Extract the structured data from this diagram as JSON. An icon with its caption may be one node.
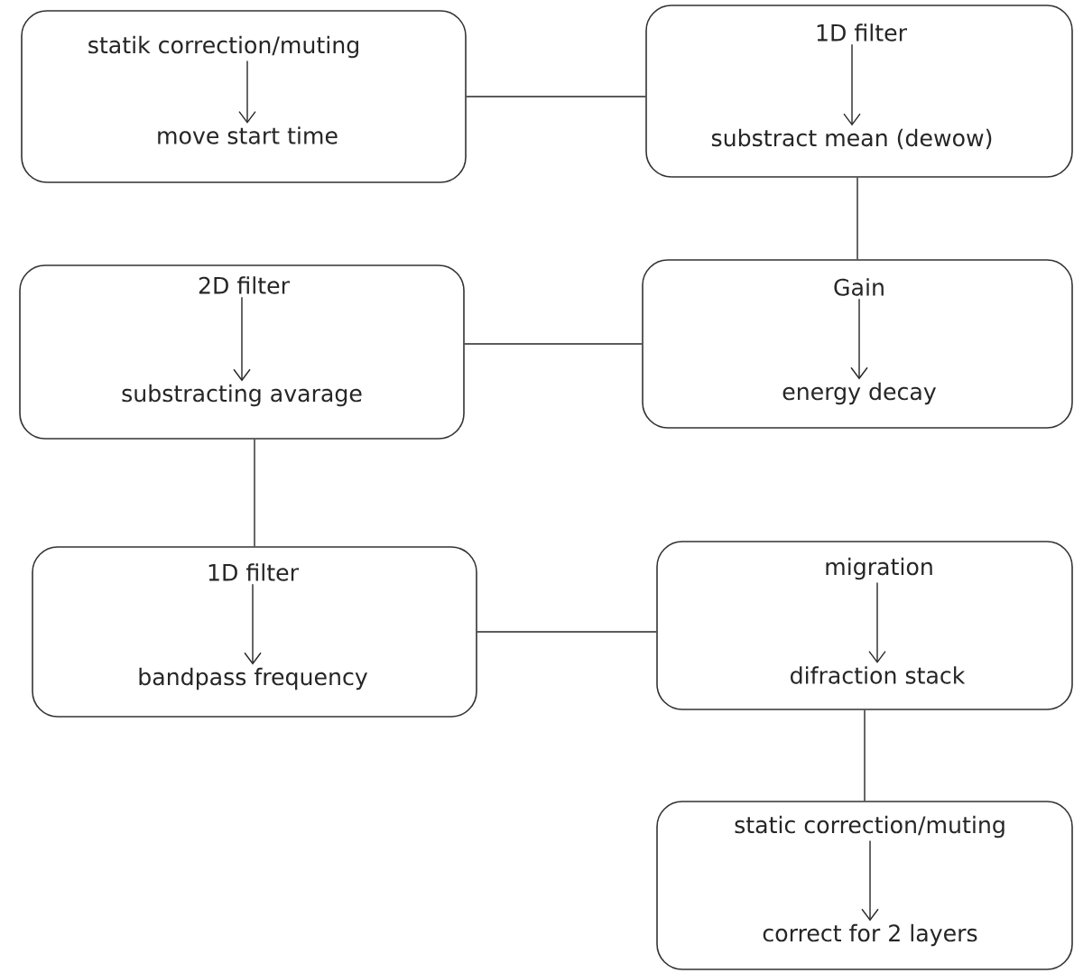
{
  "diagram": {
    "nodes": [
      {
        "text": [],
        "shape": "box"
      },
      {
        "text": [
          "statik correction/muting"
        ],
        "in": 0
      },
      {
        "text": [
          "move start time"
        ],
        "in": 0
      },
      {
        "text": [],
        "shape": "box"
      },
      {
        "text": [
          "1D filter"
        ],
        "in": 3
      },
      {
        "text": [
          "substract mean (dewow)"
        ],
        "in": 3
      },
      {
        "text": [],
        "shape": "box"
      },
      {
        "text": [
          "2D filter"
        ],
        "in": 6
      },
      {
        "text": [
          "substracting avarage"
        ],
        "in": 6
      },
      {
        "text": [],
        "shape": "box"
      },
      {
        "text": [
          "Gain"
        ],
        "in": 9
      },
      {
        "text": [
          "energy decay"
        ],
        "in": 9
      },
      {
        "text": [],
        "shape": "box"
      },
      {
        "text": [
          "1D filter"
        ],
        "in": 12
      },
      {
        "text": [
          "bandpass frequency"
        ],
        "in": 12
      },
      {
        "text": [],
        "shape": "box"
      },
      {
        "text": [
          "migration"
        ],
        "in": 15
      },
      {
        "text": [
          "difraction stack"
        ],
        "in": 15
      },
      {
        "text": [],
        "shape": "box"
      },
      {
        "text": [
          "static correction/muting"
        ],
        "in": 18
      },
      {
        "text": [
          "correct for 2 layers"
        ],
        "in": 18
      }
    ],
    "edges": [
      {
        "from": 1,
        "to": 2,
        "arrow": "to"
      },
      {
        "from": 0,
        "to": 3,
        "arrow": "none"
      },
      {
        "from": 4,
        "to": 5,
        "arrow": "to"
      },
      {
        "from": 3,
        "to": 9,
        "arrow": "none"
      },
      {
        "from": 7,
        "to": 8,
        "arrow": "to"
      },
      {
        "from": 9,
        "to": 6,
        "arrow": "none"
      },
      {
        "from": 10,
        "to": 11,
        "arrow": "to"
      },
      {
        "from": 6,
        "to": 12,
        "arrow": "none"
      },
      {
        "from": 13,
        "to": 14,
        "arrow": "to"
      },
      {
        "from": 12,
        "to": 15,
        "arrow": "none"
      },
      {
        "from": 16,
        "to": 17,
        "arrow": "to"
      },
      {
        "from": 15,
        "to": 18,
        "arrow": "none"
      },
      {
        "from": 19,
        "to": 20,
        "arrow": "to"
      }
    ]
  }
}
